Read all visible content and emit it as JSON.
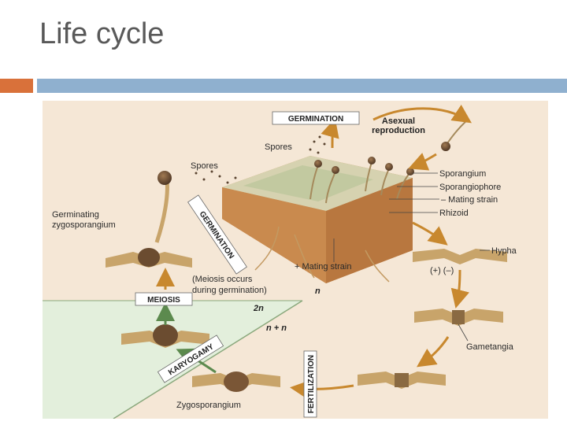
{
  "slide": {
    "title": "Life cycle",
    "accent_orange": "#d9713a",
    "accent_blue": "#8fb0cf"
  },
  "diagram": {
    "steps": {
      "germination_top": "GERMINATION",
      "asexual": [
        "Asexual",
        "reproduction"
      ],
      "germination_diag": "GERMINATION",
      "meiosis": "MEIOSIS",
      "karyogamy": "KARYOGAMY",
      "fertilization": "FERTILIZATION"
    },
    "labels": {
      "spores_top": "Spores",
      "spores_left": "Spores",
      "germinating": [
        "Germinating",
        "zygosporangium"
      ],
      "sporangium": "Sporangium",
      "sporangiophore": "Sporangiophore",
      "mating_minus": "– Mating strain",
      "rhizoid": "Rhizoid",
      "mating_plus": "+ Mating strain",
      "hypha": "Hypha",
      "plus_minus": "(+)   (–)",
      "meiosis_note": [
        "(Meiosis occurs",
        "during germination)"
      ],
      "n": "n",
      "two_n": "2n",
      "n_plus_n": "n + n",
      "gametangia": "Gametangia",
      "zygosporangium": "Zygosporangium"
    },
    "colors": {
      "background": "#f5e7d6",
      "diploid_zone": "#e3efdc",
      "arrow_orange": "#c8882e",
      "arrow_green": "#5c8a4e",
      "fungus": "#c8a46a",
      "bread_crust": "#c98a4e",
      "bread_top": "#d6d2b0"
    }
  }
}
